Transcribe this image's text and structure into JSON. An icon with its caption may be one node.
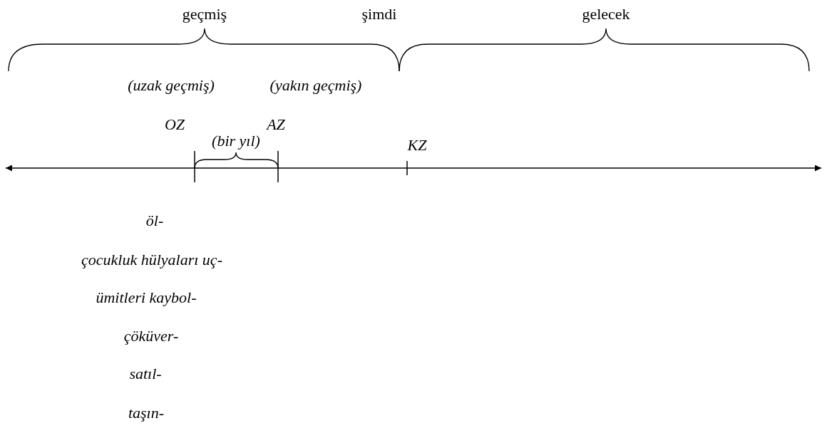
{
  "diagram": {
    "labels": [
      "geçmiş",
      "şimdi",
      "gelecek",
      "(uzak geçmiş)",
      "(yakın geçmiş)",
      "OZ",
      "AZ",
      "(bir yıl)",
      "KZ",
      "öl-",
      "çocukluk hülyaları uç-",
      "ümitleri kaybol-",
      "çöküver-",
      "satıl-",
      "taşın-"
    ]
  }
}
